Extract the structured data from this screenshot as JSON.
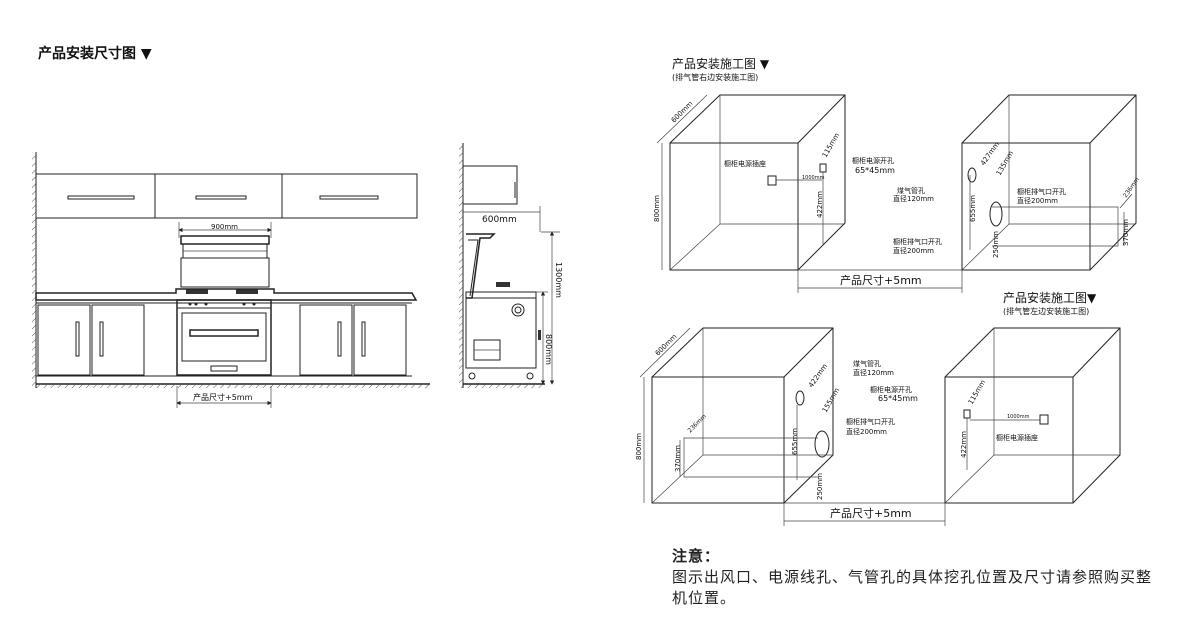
{
  "left": {
    "title": "产品安装尺寸图 ▼",
    "front": {
      "width_900": "900mm",
      "product_size": "产品尺寸+5mm"
    },
    "side": {
      "depth_600": "600mm",
      "height_1300": "1300mm",
      "height_800": "800mm"
    }
  },
  "right_top": {
    "title": "产品安装施工图 ▼",
    "subtitle": "(排气管右边安装施工图)",
    "labels": {
      "depth_600": "600mm",
      "height_800": "800mm",
      "socket": "橱柜电源插座",
      "dist_1000": "1000mm",
      "power_hole": "橱柜电源开孔",
      "power_hole_size": "65*45mm",
      "d115": "115mm",
      "d422": "422mm",
      "gas_hole": "煤气管孔",
      "gas_dia": "直径120mm",
      "d427": "427mm",
      "d135": "135mm",
      "d655": "655mm",
      "exhaust_cab": "橱柜排气口开孔",
      "exhaust_cab_dia": "直径200mm",
      "exhaust_hole": "橱柜排气口开孔",
      "exhaust_hole_dia": "直径200mm",
      "d236": "236mm",
      "d370": "370mm",
      "d250": "250mm",
      "product_size": "产品尺寸+5mm"
    }
  },
  "right_bottom": {
    "title": "产品安装施工图▼",
    "subtitle": "(排气管左边安装施工图)",
    "labels": {
      "depth_600": "600mm",
      "height_800": "800mm",
      "gas_hole": "煤气管孔",
      "gas_dia": "直径120mm",
      "d422a": "422mm",
      "d155": "155mm",
      "exhaust": "橱柜排气口开孔",
      "exhaust_dia": "直径200mm",
      "d236": "236mm",
      "d370": "370mm",
      "d655": "655mm",
      "d250": "250mm",
      "power_hole": "橱柜电源开孔",
      "power_hole_size": "65*45mm",
      "d115": "115mm",
      "dist_1000": "1000mm",
      "d422b": "422mm",
      "socket": "橱柜电源插座",
      "product_size": "产品尺寸+5mm"
    }
  },
  "note": {
    "title": "注意：",
    "body": "图示出风口、电源线孔、气管孔的具体挖孔位置及尺寸请参照购买整机位置。"
  }
}
